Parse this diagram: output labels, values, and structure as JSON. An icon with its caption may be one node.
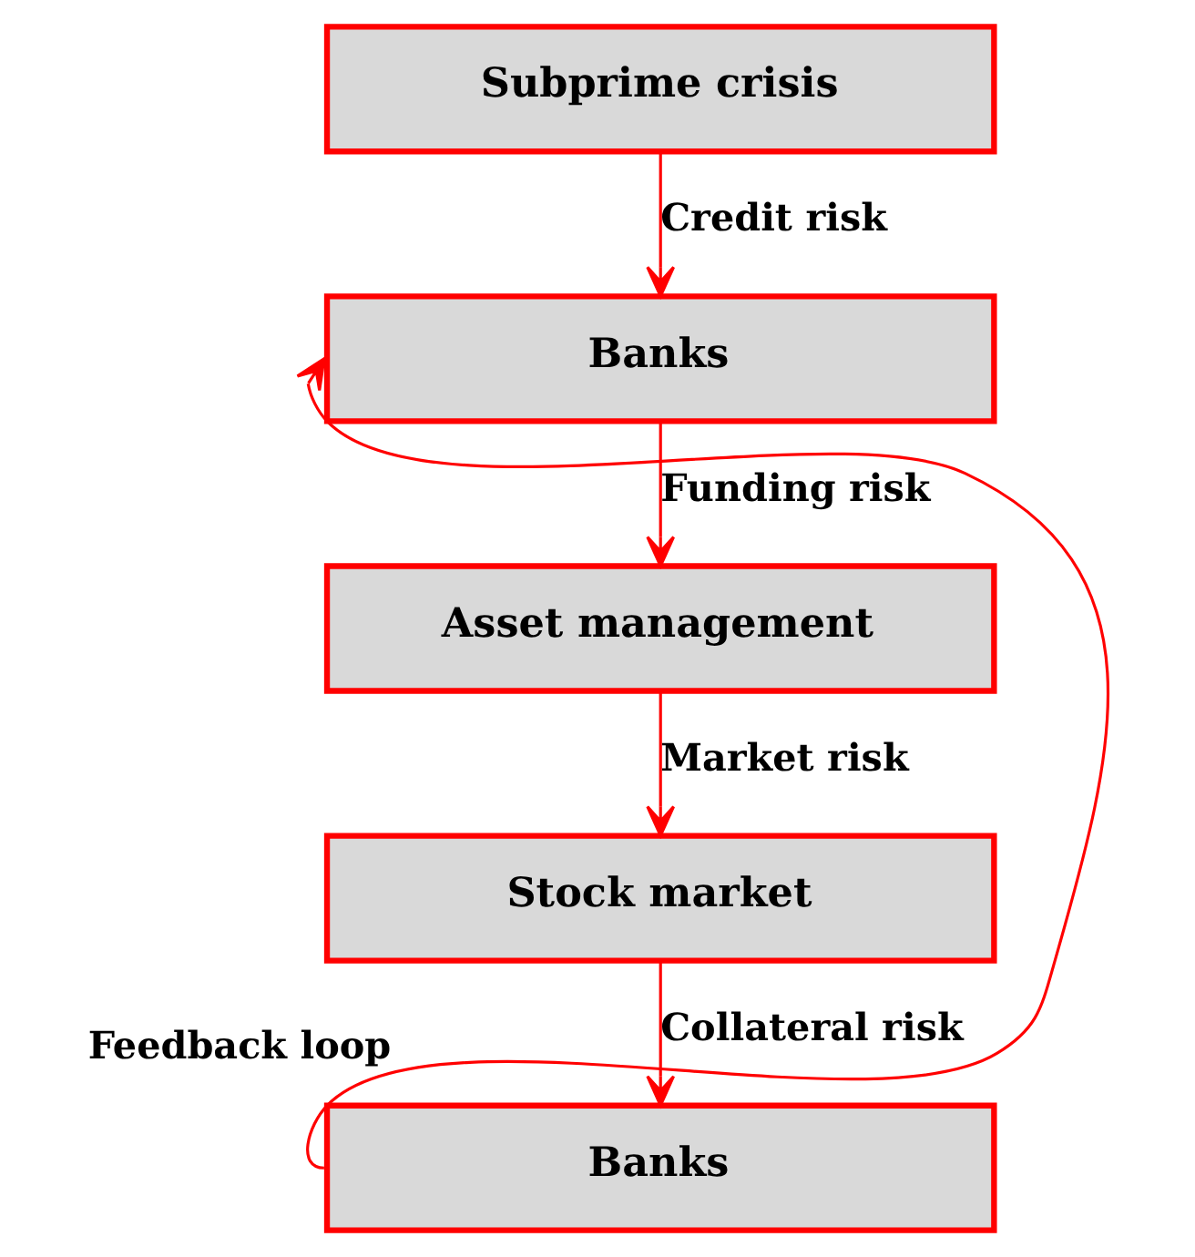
{
  "diagram": {
    "nodes": [
      {
        "text": [
          "Subprime crisis"
        ]
      },
      {
        "text": [
          "Banks"
        ]
      },
      {
        "text": [
          "Asset management"
        ]
      },
      {
        "text": [
          "Stock market"
        ]
      },
      {
        "text": [
          "Banks"
        ]
      }
    ],
    "edges": [
      {
        "from": 0,
        "to": 1,
        "arrow": "to",
        "label": "Credit risk"
      },
      {
        "from": 1,
        "to": 2,
        "arrow": "to",
        "label": "Funding risk"
      },
      {
        "from": 2,
        "to": 3,
        "arrow": "to",
        "label": "Market risk"
      },
      {
        "from": 3,
        "to": 4,
        "arrow": "to",
        "label": "Collateral risk"
      },
      {
        "from": 4,
        "to": 1,
        "arrow": "to",
        "label": "Feedback loop"
      }
    ]
  }
}
